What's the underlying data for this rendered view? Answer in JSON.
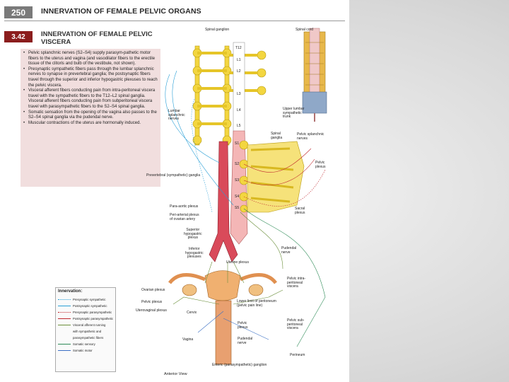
{
  "header": {
    "page_number": "250",
    "title": "INNERVATION OF FEMALE PELVIC ORGANS"
  },
  "section": {
    "number": "3.42",
    "title_line1": "INNERVATION OF FEMALE PELVIC",
    "title_line2": "VISCERA"
  },
  "bullets": [
    "Pelvic splanchnic nerves (S2–S4) supply parasym-pathetic motor fibers to the uterus and vagina (and vasodilator fibers to the erectile tissue of the clitoris and bulb of the vestibule, not shown).",
    "Presynaptic sympathetic fibers pass through the lumbar splanchnic nerves to synapse in prevertebral ganglia; the postsynaptic fibers travel through the superior and inferior hypogastric plexuses to reach the pelvic viscera.",
    "Visceral afferent fibers conducting pain from intra-peritoneal viscera travel with the sympathetic fibers to the T12–L2 spinal ganglia. Visceral afferent fibers conducting pain from subperitoneal viscera travel with parasympathetic fibers to the S2–S4 spinal ganglia.",
    "Somatic sensation from the opening of the vagina also passes to the S2–S4 spinal ganglia via the pudendal nerve.",
    "Muscular contractions of the uterus are hormonally induced."
  ],
  "figure": {
    "labels": {
      "spinal_ganglion": "Spinal ganglion",
      "spinal_cord": "Spinal cord",
      "upper_lumbar_trunk_1": "Upper lumbar",
      "upper_lumbar_trunk_2": "sympathetic",
      "upper_lumbar_trunk_3": "trunk",
      "lumbar_splanchnic_1": "Lumbar",
      "lumbar_splanchnic_2": "splanchnic",
      "lumbar_splanchnic_3": "nerves",
      "spinal_ganglia_1": "Spinal",
      "spinal_ganglia_2": "ganglia",
      "pelvic_splanchnic_1": "Pelvic splanchnic",
      "pelvic_splanchnic_2": "nerves",
      "pelvic_plexus_1": "Pelvic",
      "pelvic_plexus_2": "plexus",
      "prevertebral": "Prevertebral (sympathetic) ganglia",
      "sacral_plexus_1": "Sacral",
      "sacral_plexus_2": "plexus",
      "para_aortic": "Para-aortic plexus",
      "peri_arterial_1": "Peri-arterial plexus",
      "peri_arterial_2": "of ovarian artery",
      "superior_hypogastric_1": "Superior",
      "superior_hypogastric_2": "hypogastric",
      "superior_hypogastric_3": "plexus",
      "inferior_hypogastric_1": "Inferior",
      "inferior_hypogastric_2": "hypogastric",
      "inferior_hypogastric_3": "plexuses",
      "pudendal_nerve_right_1": "Pudendal",
      "pudendal_nerve_right_2": "nerve",
      "uterine_plexus": "Uterine plexus",
      "ovarian_plexus": "Ovarian plexus",
      "pelvic_plexus_left": "Pelvic plexus",
      "uterovaginal_plexus": "Uterovaginal plexus",
      "cervix": "Cervix",
      "lower_limit_1": "Lower limit of peritoneum",
      "lower_limit_2": "(pelvic pain line)",
      "pelvic_plexus_mid_1": "Pelvic",
      "pelvic_plexus_mid_2": "plexus",
      "pudendal_nerve_mid_1": "Pudendal",
      "pudendal_nerve_mid_2": "nerve",
      "vagina": "Vagina",
      "intraperitoneal_1": "Pelvic intra-",
      "intraperitoneal_2": "peritoneal",
      "intraperitoneal_3": "viscera",
      "subperitoneal_1": "Pelvic sub-",
      "subperitoneal_2": "peritoneal",
      "subperitoneal_3": "viscera",
      "perineum": "Perineum",
      "enteric": "Enteric (parasympathetic) ganglion",
      "anterior_view": "Anterior View"
    },
    "segments": {
      "t12": "T12",
      "l1": "L1",
      "l2": "L2",
      "l3": "L3",
      "l4": "L4",
      "l5": "L5",
      "s1": "S1",
      "s2": "S2",
      "s3": "S3",
      "s4": "S4",
      "s5": "S5"
    },
    "legend": {
      "title": "Innervation:",
      "items": [
        {
          "label": "Presynaptic sympathetic",
          "color": "#2a9fd6",
          "style": "dotted"
        },
        {
          "label": "Postsynaptic sympathetic",
          "color": "#2a9fd6",
          "style": "solid"
        },
        {
          "label": "Presynaptic parasympathetic",
          "color": "#c0272d",
          "style": "dotted"
        },
        {
          "label": "Postsynaptic parasympathetic",
          "color": "#c0272d",
          "style": "solid"
        },
        {
          "label": "Visceral afferent running",
          "color": "#6b8f3b",
          "style": "solid"
        },
        {
          "label": "with sympathetic and",
          "color": null,
          "style": "none"
        },
        {
          "label": "parasympathetic fibers",
          "color": null,
          "style": "none"
        },
        {
          "label": "Somatic sensory",
          "color": "#2e8b57",
          "style": "solid"
        },
        {
          "label": "Somatic motor",
          "color": "#3a6fc4",
          "style": "solid"
        }
      ]
    }
  }
}
